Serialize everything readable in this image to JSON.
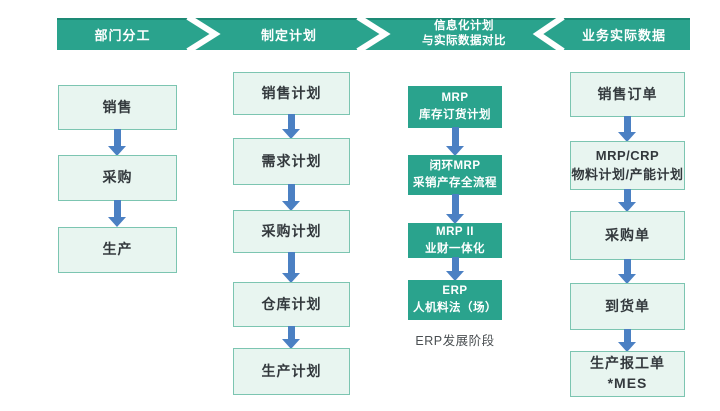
{
  "header": {
    "segments": [
      {
        "label": "部门分工"
      },
      {
        "label": "制定计划"
      },
      {
        "line1": "信息化计划",
        "line2": "与实际数据对比"
      },
      {
        "label": "业务实际数据"
      }
    ]
  },
  "columns": [
    {
      "boxes": [
        {
          "label": "销售"
        },
        {
          "label": "采购"
        },
        {
          "label": "生产"
        }
      ]
    },
    {
      "boxes": [
        {
          "label": "销售计划"
        },
        {
          "label": "需求计划"
        },
        {
          "label": "采购计划"
        },
        {
          "label": "仓库计划"
        },
        {
          "label": "生产计划"
        }
      ]
    },
    {
      "boxes": [
        {
          "line1": "MRP",
          "line2": "库存订货计划"
        },
        {
          "line1": "闭环MRP",
          "line2": "采销产存全流程"
        },
        {
          "line1": "MRP II",
          "line2": "业财一体化"
        },
        {
          "line1": "ERP",
          "line2": "人机料法（场）"
        }
      ],
      "caption": "ERP发展阶段"
    },
    {
      "boxes": [
        {
          "label": "销售订单"
        },
        {
          "line1": "MRP/CRP",
          "line2": "物料计划/产能计划"
        },
        {
          "label": "采购单"
        },
        {
          "label": "到货单"
        },
        {
          "line1": "生产报工单",
          "line2": "*MES"
        }
      ]
    }
  ],
  "colors": {
    "teal": "#2AA38D",
    "teal_dark": "#1D8A75",
    "box_fill": "#E8F5F0",
    "box_border": "#7CC5B1",
    "arrow_blue": "#4B80C3",
    "text_dark": "#33393D",
    "caption_text": "#4A4F52",
    "band_text": "#FFFFFF"
  }
}
